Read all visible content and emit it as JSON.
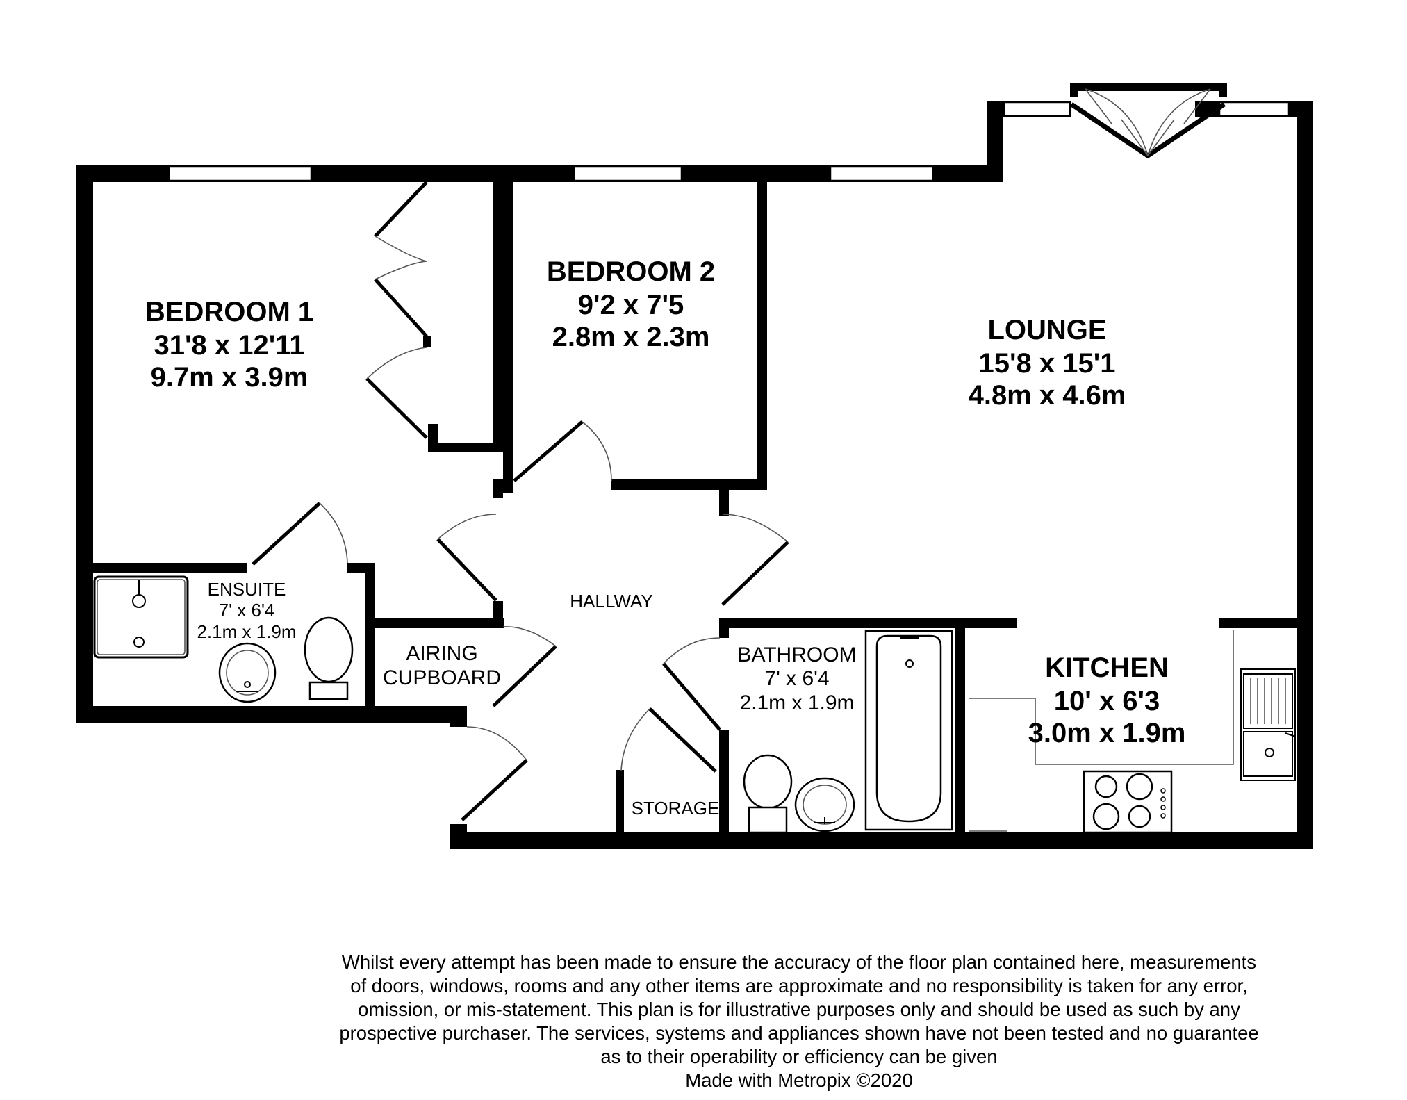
{
  "rooms": {
    "bedroom1": {
      "name": "BEDROOM 1",
      "imperial": "31'8 x 12'11",
      "metric": "9.7m x 3.9m"
    },
    "bedroom2": {
      "name": "BEDROOM 2",
      "imperial": "9'2 x 7'5",
      "metric": "2.8m x 2.3m"
    },
    "lounge": {
      "name": "LOUNGE",
      "imperial": "15'8 x 15'1",
      "metric": "4.8m x 4.6m"
    },
    "ensuite": {
      "name": "ENSUITE",
      "imperial": "7' x 6'4",
      "metric": "2.1m x 1.9m"
    },
    "hallway": {
      "name": "HALLWAY"
    },
    "airing": {
      "line1": "AIRING",
      "line2": "CUPBOARD"
    },
    "bathroom": {
      "name": "BATHROOM",
      "imperial": "7' x 6'4",
      "metric": "2.1m x 1.9m"
    },
    "kitchen": {
      "name": "KITCHEN",
      "imperial": "10' x 6'3",
      "metric": "3.0m x 1.9m"
    },
    "storage": {
      "name": "STORAGE"
    }
  },
  "disclaimer": {
    "lines": [
      "Whilst every attempt has been made to ensure the accuracy of the floor plan contained here, measurements",
      "of doors, windows, rooms and any other items are approximate and no responsibility is taken for any error,",
      "omission, or mis-statement. This plan is for illustrative purposes only and should be used as such by any",
      "prospective purchaser. The services, systems and appliances shown have not been tested and no guarantee",
      "as to their operability or efficiency can be given"
    ],
    "credit": "Made with Metropix ©2020"
  },
  "colors": {
    "wall": "#000000",
    "background": "#ffffff"
  }
}
